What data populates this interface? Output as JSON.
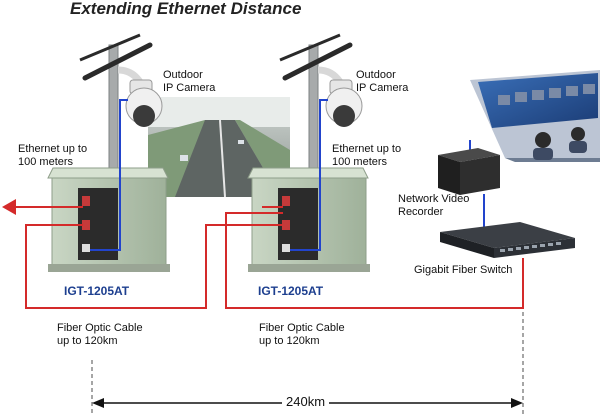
{
  "title": "Extending Ethernet Distance",
  "camera_label": "Outdoor\nIP Camera",
  "ethernet_label": "Ethernet up to\n100 meters",
  "model_label": "IGT-1205AT",
  "fiber_label": "Fiber Optic Cable\nup to 120km",
  "nvr_label": "Network Video\nRecorder",
  "switch_label": "Gigabit Fiber Switch",
  "distance_label": "240km",
  "colors": {
    "fiber": "#d42a2a",
    "ethernet": "#2244cc",
    "cabinet": "#b8c8b4",
    "model_text": "#1d3f8f"
  }
}
